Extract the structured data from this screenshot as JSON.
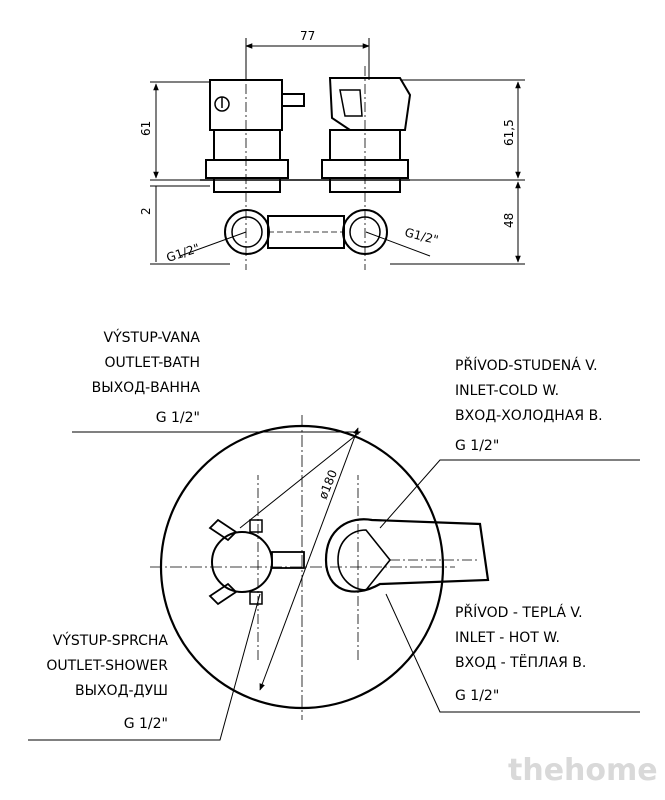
{
  "dimensions": {
    "width_77": "77",
    "height_61": "61",
    "height_61_5": "61,5",
    "gap_2": "2",
    "height_48": "48",
    "diameter_180": "ø180",
    "thread_left": "G1/2\"",
    "thread_right": "G1/2\""
  },
  "labels": {
    "outlet_bath": [
      "VÝSTUP-VANA",
      "OUTLET-BATH",
      "ВЫХОД-ВАННА",
      "G 1/2\""
    ],
    "inlet_cold": [
      "PŘÍVOD-STUDENÁ V.",
      "INLET-COLD W.",
      "ВХОД-ХОЛОДНАЯ В.",
      "G 1/2\""
    ],
    "inlet_hot": [
      "PŘÍVOD - TEPLÁ V.",
      "INLET - HOT W.",
      "ВХОД - ТЁПЛАЯ В.",
      "G 1/2\""
    ],
    "outlet_shower": [
      "VÝSTUP-SPRCHA",
      "OUTLET-SHOWER",
      "ВЫХОД-ДУШ",
      "G 1/2\""
    ]
  },
  "watermark": "thehome"
}
